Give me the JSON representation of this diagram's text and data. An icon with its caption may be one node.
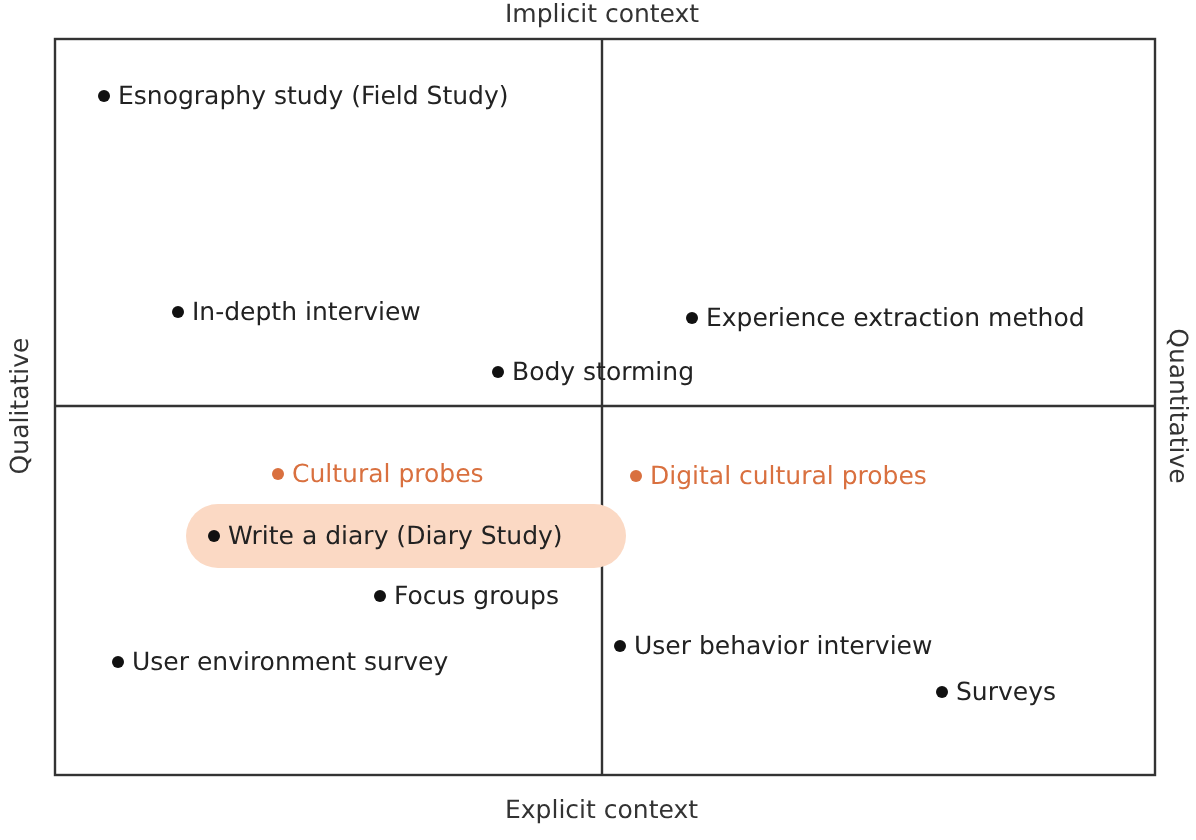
{
  "diagram": {
    "nodes": [
      {
        "text": [
          "Write a diary (Diary Study)"
        ]
      }
    ],
    "labels": [
      "Implicit context",
      "Esnography study (Field Study)",
      "In-depth interview",
      "Experience extraction method",
      "Qualitative",
      "Quantitative",
      "Body storming",
      "Cultural probes",
      "Digital cultural probes",
      "Focus groups",
      "User behavior interview",
      "User environment survey",
      "Surveys",
      "Explicit context"
    ]
  }
}
